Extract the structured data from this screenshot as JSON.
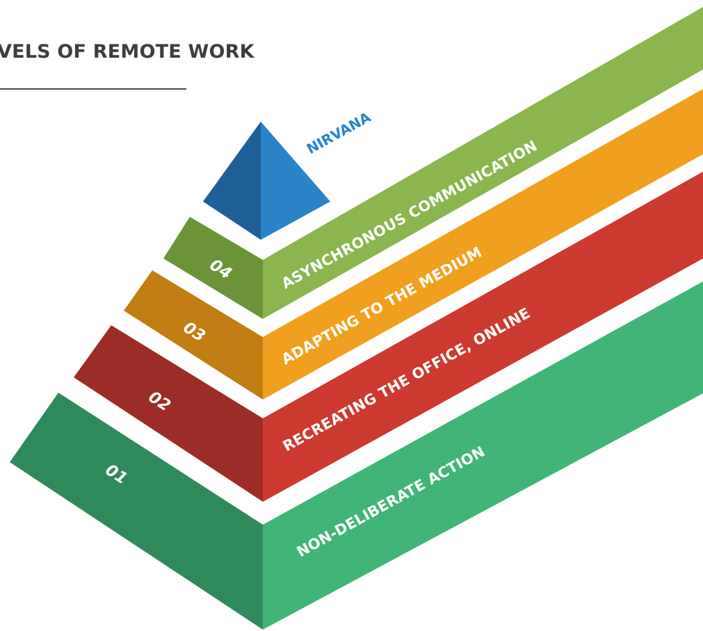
{
  "title": "VELS OF REMOTE WORK",
  "apex": {
    "label": "NIRVANA",
    "color": "#2a83c6"
  },
  "levels": [
    {
      "number": "01",
      "label": "NON-DELIBERATE ACTION",
      "color": "#41b577"
    },
    {
      "number": "02",
      "label": "RECREATING THE OFFICE, ONLINE",
      "color": "#cc3a30"
    },
    {
      "number": "03",
      "label": "ADAPTING TO THE MEDIUM",
      "color": "#f0a01e"
    },
    {
      "number": "04",
      "label": "ASYNCHRONOUS COMMUNICATION",
      "color": "#8ab54f"
    }
  ]
}
